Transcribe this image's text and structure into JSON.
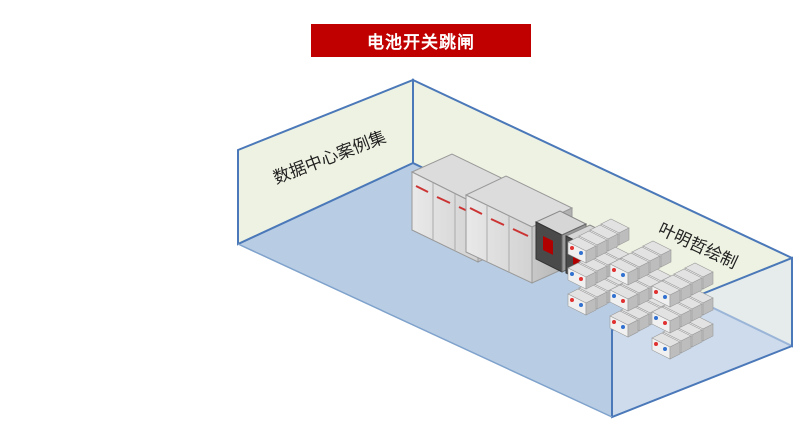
{
  "title": "电池开关跳闸",
  "labels": {
    "left_wall": "数据中心案例集",
    "right_wall": "叶明哲绘制"
  },
  "colors": {
    "title_bg": "#c00000",
    "title_text": "#ffffff",
    "floor": "#b8cde4",
    "wall": "#eef2e2",
    "wall_edge": "#4a78b8",
    "battery_red_terminal": "#e03030",
    "battery_blue_terminal": "#3070d0"
  },
  "equipment": {
    "ups_cabinets": 2,
    "battery_switch_boxes": 2,
    "battery_banks": 3
  }
}
